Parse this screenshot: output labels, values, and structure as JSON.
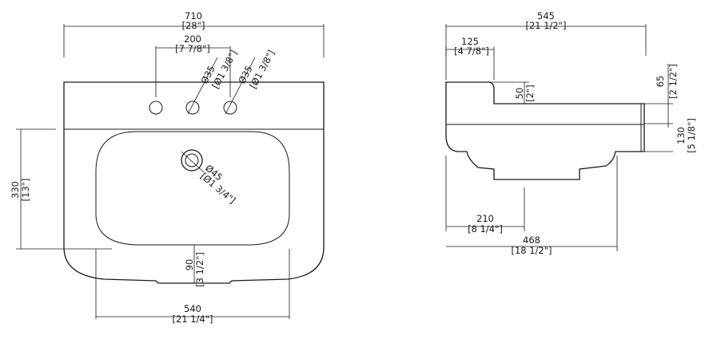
{
  "front_view": {
    "width_total": {
      "mm": "710",
      "inch": "[28\"]"
    },
    "tap_spacing": {
      "mm": "200",
      "inch": "[7 7/8\"]"
    },
    "hole_a": {
      "mm": "Ø35",
      "inch": "[Ø1 3/8\"]"
    },
    "hole_b": {
      "mm": "Ø35",
      "inch": "[Ø1 3/8\"]"
    },
    "drain": {
      "mm": "Ø45",
      "inch": "[Ø1 3/4\"]"
    },
    "height_left": {
      "mm": "330",
      "inch": "[13\"]"
    },
    "front_drop": {
      "mm": "90",
      "inch": "[3 1/2\"]"
    },
    "width_bottom": {
      "mm": "540",
      "inch": "[21 1/4\"]"
    }
  },
  "side_view": {
    "depth_total": {
      "mm": "545",
      "inch": "[21 1/2\"]"
    },
    "back_offset": {
      "mm": "125",
      "inch": "[4 7/8\"]"
    },
    "deck_step": {
      "mm": "50",
      "inch": "[2\"]"
    },
    "top_right": {
      "mm": "65",
      "inch": "[2 1/2\"]"
    },
    "right_height": {
      "mm": "130",
      "inch": "[5 1/8\"]"
    },
    "drain_offset": {
      "mm": "210",
      "inch": "[8 1/4\"]"
    },
    "depth_bottom": {
      "mm": "468",
      "inch": "[18 1/2\"]"
    }
  }
}
